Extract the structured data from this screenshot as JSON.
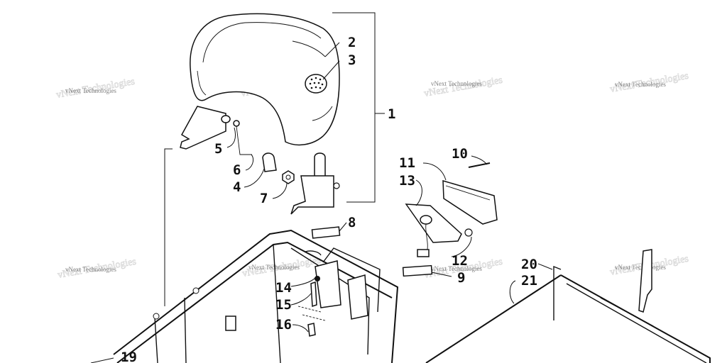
{
  "watermark": {
    "text": "vNext Technologies"
  },
  "callouts": [
    "1",
    "2",
    "3",
    "4",
    "5",
    "6",
    "7",
    "8",
    "9",
    "10",
    "11",
    "12",
    "13",
    "14",
    "15",
    "16",
    "19",
    "20",
    "21"
  ]
}
